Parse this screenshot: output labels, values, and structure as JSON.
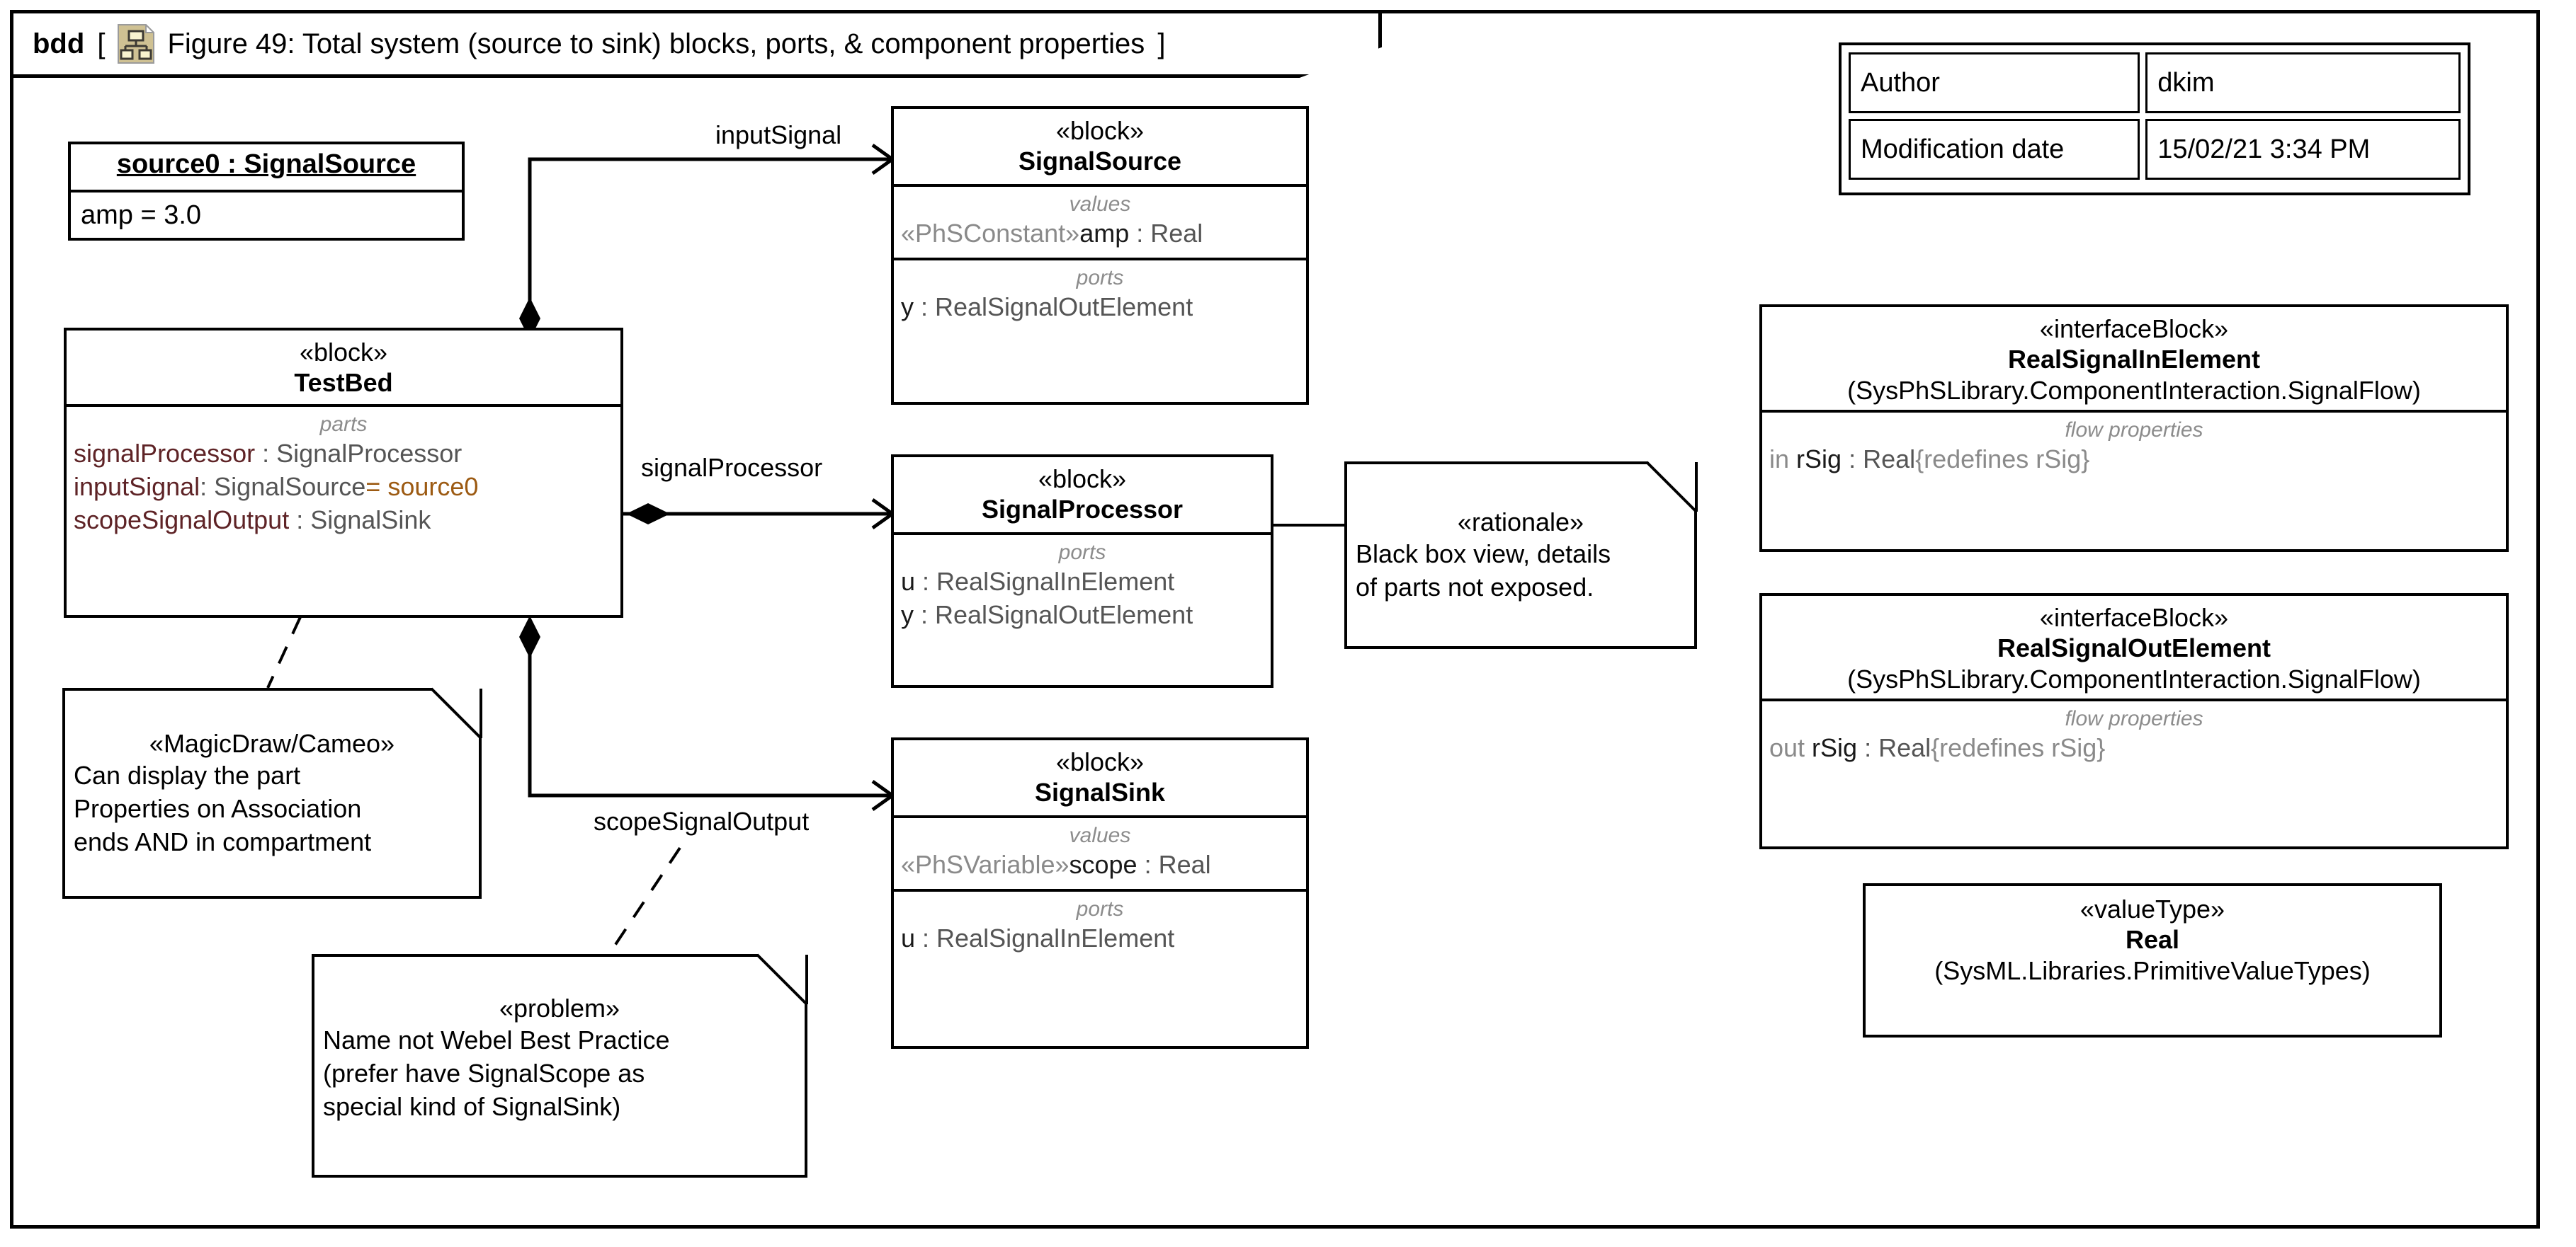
{
  "diagram": {
    "kind": "bdd",
    "bracket_open": "[",
    "bracket_close": "]",
    "icon": "bdd-diagram-icon",
    "title": "Figure 49: Total system (source to sink) blocks, ports, & component properties"
  },
  "metadata": {
    "rows": [
      {
        "key": "Author",
        "value": "dkim"
      },
      {
        "key": "Modification date",
        "value": "15/02/21 3:34 PM"
      }
    ]
  },
  "instance_source0": {
    "name": "source0 : SignalSource",
    "slots": [
      "amp = 3.0"
    ]
  },
  "blocks": {
    "testbed": {
      "stereotype": "«block»",
      "name": "TestBed",
      "compartment_label": "parts",
      "features": [
        {
          "name": "signalProcessor",
          "sep": " : ",
          "type": "SignalProcessor",
          "default": ""
        },
        {
          "name": "inputSignal",
          "sep": ": ",
          "type": "SignalSource",
          "default": "= source0"
        },
        {
          "name": "scopeSignalOutput",
          "sep": " : ",
          "type": "SignalSink",
          "default": ""
        }
      ]
    },
    "signalsource": {
      "stereotype": "«block»",
      "name": "SignalSource",
      "values_label": "values",
      "values": [
        {
          "stereotype": "«PhSConstant»",
          "name": "amp",
          "type": " : Real"
        }
      ],
      "ports_label": "ports",
      "ports": [
        {
          "name": "y",
          "type": " : RealSignalOutElement"
        }
      ]
    },
    "signalprocessor": {
      "stereotype": "«block»",
      "name": "SignalProcessor",
      "ports_label": "ports",
      "ports": [
        {
          "name": "u",
          "type": " : RealSignalInElement"
        },
        {
          "name": "y",
          "type": " : RealSignalOutElement"
        }
      ]
    },
    "signalsink": {
      "stereotype": "«block»",
      "name": "SignalSink",
      "values_label": "values",
      "values": [
        {
          "stereotype": "«PhSVariable»",
          "name": "scope",
          "type": " : Real"
        }
      ],
      "ports_label": "ports",
      "ports": [
        {
          "name": "u",
          "type": " : RealSignalInElement"
        }
      ]
    },
    "realsignalin": {
      "stereotype": "«interfaceBlock»",
      "name": "RealSignalInElement",
      "qualified": "(SysPhSLibrary.ComponentInteraction.SignalFlow)",
      "compartment_label": "flow properties",
      "flows": [
        {
          "direction": "in ",
          "name": "rSig",
          "type": " : Real",
          "redefines": "{redefines rSig}"
        }
      ]
    },
    "realsignalout": {
      "stereotype": "«interfaceBlock»",
      "name": "RealSignalOutElement",
      "qualified": "(SysPhSLibrary.ComponentInteraction.SignalFlow)",
      "compartment_label": "flow properties",
      "flows": [
        {
          "direction": "out ",
          "name": "rSig",
          "type": " : Real",
          "redefines": "{redefines rSig}"
        }
      ]
    },
    "realvaluetype": {
      "stereotype": "«valueType»",
      "name": "Real",
      "qualified": "(SysML.Libraries.PrimitiveValueTypes)"
    }
  },
  "notes": {
    "magicdraw": {
      "stereotype": "«MagicDraw/Cameo»",
      "lines": [
        "Can display the part",
        "Properties on Association",
        "ends AND in compartment"
      ]
    },
    "problem": {
      "stereotype": "«problem»",
      "lines": [
        "Name not Webel Best Practice",
        "(prefer have SignalScope as",
        "special kind of SignalSink)"
      ]
    },
    "rationale": {
      "stereotype": "«rationale»",
      "lines": [
        "Black box view, details",
        "of parts not exposed."
      ]
    }
  },
  "edges": [
    {
      "label": "inputSignal"
    },
    {
      "label": "signalProcessor"
    },
    {
      "label": "scopeSignalOutput"
    }
  ],
  "colors": {
    "line": "#000000",
    "compartment_label": "#8c8c8c",
    "feature_type": "#555555",
    "feature_name": "#1a1a1a",
    "default_value": "#9c5a12",
    "icon_page": "#cfc193",
    "icon_node": "#f8f3cf"
  }
}
